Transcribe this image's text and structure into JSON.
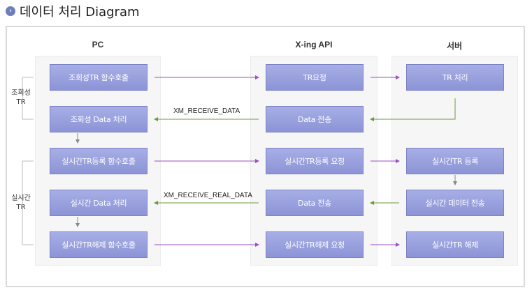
{
  "title": "데이터 처리 Diagram",
  "columns": {
    "pc": "PC",
    "api": "X-ing API",
    "server": "서버"
  },
  "side_labels": {
    "query": "조회성\nTR",
    "realtime": "실시간\nTR"
  },
  "pc": {
    "b1": "조회성TR 함수호출",
    "b2": "조회성 Data 처리",
    "b3": "실시간TR등록 함수호출",
    "b4": "실시간 Data 처리",
    "b5": "실시간TR해제 함수호출"
  },
  "api": {
    "b1": "TR요청",
    "b2": "Data 전송",
    "b3": "실시간TR등록 요청",
    "b4": "Data 전송",
    "b5": "실시간TR해제 요청"
  },
  "server": {
    "b1": "TR 처리",
    "b3": "실시간TR 등록",
    "b4": "실시간 데이터 전송",
    "b5": "실시간TR 해제"
  },
  "labels": {
    "receive": "XM_RECEIVE_DATA",
    "receive_real": "XM_RECEIVE_REAL_DATA"
  },
  "colors": {
    "box": "#8c94d6",
    "request_arrow": "#9b4fc0",
    "response_arrow": "#6c9a3a"
  }
}
